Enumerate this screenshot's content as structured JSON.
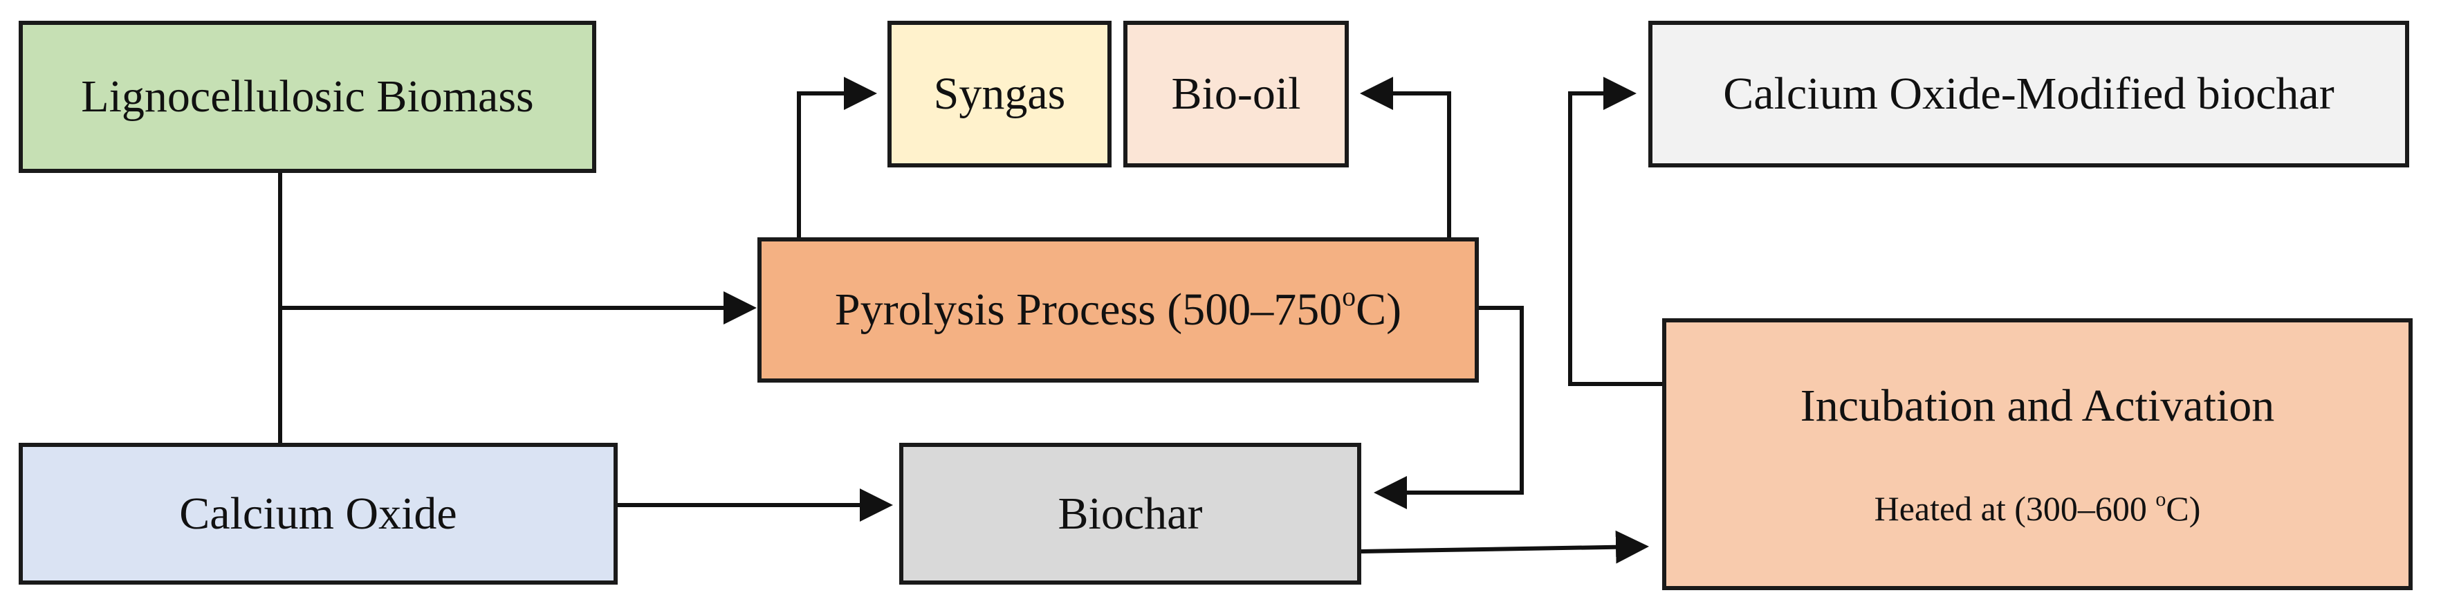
{
  "nodes": {
    "biomass": {
      "label": "Lignocellulosic Biomass"
    },
    "syngas": {
      "label": "Syngas"
    },
    "biooil": {
      "label": "Bio-oil"
    },
    "modified": {
      "label": "Calcium Oxide-Modified biochar"
    },
    "pyrolysis": {
      "label_main": "Pyrolysis Process (500‒750",
      "label_sup": "o",
      "label_end": "C)"
    },
    "incubation": {
      "title": "Incubation and Activation",
      "detail_main": "Heated at (300‒600 ",
      "detail_sup": "o",
      "detail_end": "C)"
    },
    "calcium_oxide": {
      "label": "Calcium Oxide"
    },
    "biochar": {
      "label": "Biochar"
    }
  },
  "colors": {
    "biomass_fill": "#c6e0b4",
    "syngas_fill": "#fff2cc",
    "biooil_fill": "#fbe5d6",
    "modified_fill": "#f2f2f2",
    "pyrolysis_fill": "#f4b183",
    "incubation_fill": "#f8cbad",
    "calcium_oxide_fill": "#dae3f3",
    "biochar_fill": "#d9d9d9",
    "line": "#111111"
  }
}
